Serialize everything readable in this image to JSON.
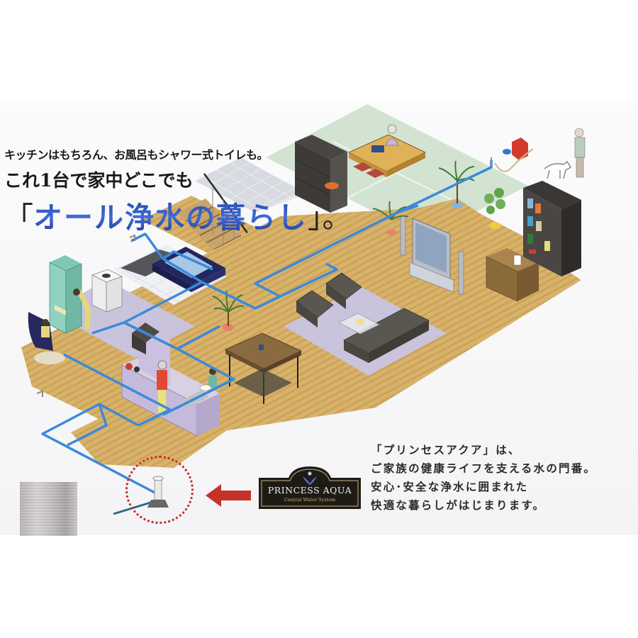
{
  "headline": {
    "sub": "キッチンはもちろん、お風呂もシャワー式トイレも。",
    "line2": "これ1台で家中どこでも",
    "open_bracket": "「",
    "emphasis": "オール浄水の暮らし",
    "close_bracket": "」。"
  },
  "description": {
    "lines": [
      "「プリンセスアクア」は、",
      "ご家族の健康ライフを支える水の門番。",
      "安心･安全な浄水に囲まれた",
      "快適な暮らしがはじまります。"
    ]
  },
  "logo": {
    "name": "PRINCESS AQUA",
    "tagline": "Central Water System"
  },
  "illustration": {
    "description": "Isometric house cutaway showing water pipes from a central filter to every room",
    "rooms": [
      "washroom",
      "bathroom",
      "staircase",
      "tiled entrance",
      "japanese tatami room",
      "kitchen",
      "dining",
      "living room",
      "study",
      "garden"
    ],
    "colors": {
      "wood_floor": "#d9b26a",
      "wood_stripe": "#c69a4f",
      "pipe": "#3b8ad9",
      "tatami": "#d3e3d2",
      "tile": "#d6d8df",
      "rug": "#c9c3dc",
      "accent_red": "#c8302b",
      "logo_bg": "#1e1b17",
      "logo_gold": "#c9b27a"
    }
  }
}
